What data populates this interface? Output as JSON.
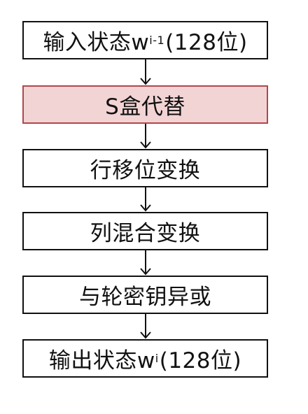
{
  "steps": [
    {
      "prefix": "输入状态w",
      "sup": "i-1",
      "suffix": "(128位)",
      "highlight": false
    },
    {
      "prefix": "S盒代替",
      "sup": "",
      "suffix": "",
      "highlight": true
    },
    {
      "prefix": "行移位变换",
      "sup": "",
      "suffix": "",
      "highlight": false
    },
    {
      "prefix": "列混合变换",
      "sup": "",
      "suffix": "",
      "highlight": false
    },
    {
      "prefix": "与轮密钥异或",
      "sup": "",
      "suffix": "",
      "highlight": false
    },
    {
      "prefix": "输出状态w",
      "sup": "i",
      "suffix": "(128位)",
      "highlight": false
    }
  ],
  "colors": {
    "highlight_fill": "#f2d4d5",
    "highlight_border": "#b0474b",
    "box_border": "#111111",
    "arrow": "#111111"
  }
}
